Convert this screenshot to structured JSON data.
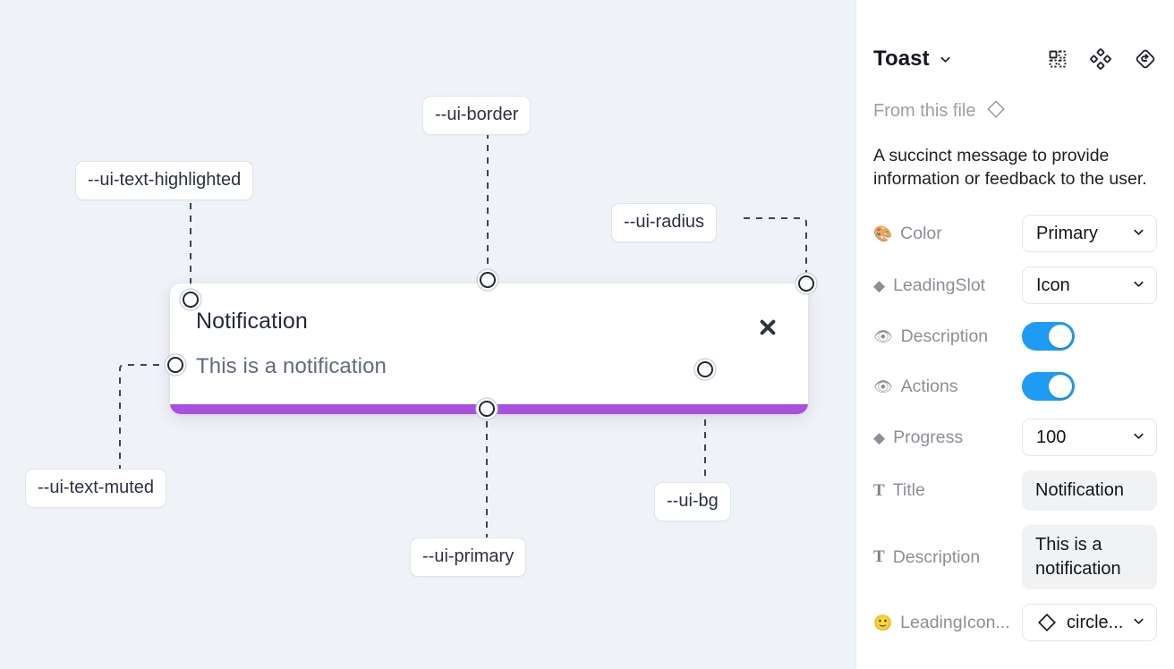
{
  "canvas": {
    "background_color": "#eff2f7",
    "tokens": [
      {
        "name": "ui-border",
        "label": "--ui-border"
      },
      {
        "name": "ui-text-highlighted",
        "label": "--ui-text-highlighted"
      },
      {
        "name": "ui-radius",
        "label": "--ui-radius"
      },
      {
        "name": "ui-text-muted",
        "label": "--ui-text-muted"
      },
      {
        "name": "ui-primary",
        "label": "--ui-primary"
      },
      {
        "name": "ui-bg",
        "label": "--ui-bg"
      }
    ],
    "toast": {
      "title": "Notification",
      "description": "This is a notification",
      "close_icon": "close-icon",
      "progress_color": "#ab4fe0",
      "background_color": "#ffffff"
    }
  },
  "panel": {
    "title": "Toast",
    "title_chevron_icon": "chevron-down-icon",
    "header_icons": [
      {
        "name": "component-grid-icon"
      },
      {
        "name": "variants-diamond-icon"
      },
      {
        "name": "reset-instance-icon"
      }
    ],
    "from_file": {
      "label": "From this file",
      "icon": "diamond-icon"
    },
    "description": "A succinct message to provide information or feedback to the user.",
    "properties": [
      {
        "name": "color",
        "icon": "palette-emoji",
        "icon_glyph": "🎨",
        "label": "Color",
        "control": "select",
        "value": "Primary"
      },
      {
        "name": "leading-slot",
        "icon": "diamond-icon",
        "icon_glyph": "◆",
        "label": "LeadingSlot",
        "control": "select",
        "value": "Icon"
      },
      {
        "name": "description",
        "icon": "eye-emoji",
        "icon_glyph": "👁",
        "label": "Description",
        "control": "toggle",
        "value": "on"
      },
      {
        "name": "actions",
        "icon": "eye-emoji",
        "icon_glyph": "👁",
        "label": "Actions",
        "control": "toggle",
        "value": "on"
      },
      {
        "name": "progress",
        "icon": "diamond-icon",
        "icon_glyph": "◆",
        "label": "Progress",
        "control": "select",
        "value": "100"
      },
      {
        "name": "title",
        "icon": "text-icon",
        "icon_glyph": "T",
        "label": "Title",
        "control": "text",
        "value": "Notification"
      },
      {
        "name": "desc-text",
        "icon": "text-icon",
        "icon_glyph": "T",
        "label": "Description",
        "control": "text",
        "value": "This is a notification"
      },
      {
        "name": "leading-icon",
        "icon": "smiley-emoji",
        "icon_glyph": "🙂",
        "label": "LeadingIcon...",
        "control": "select-icon",
        "value": "circle..."
      }
    ],
    "accent_color": "#1e9bf5"
  }
}
